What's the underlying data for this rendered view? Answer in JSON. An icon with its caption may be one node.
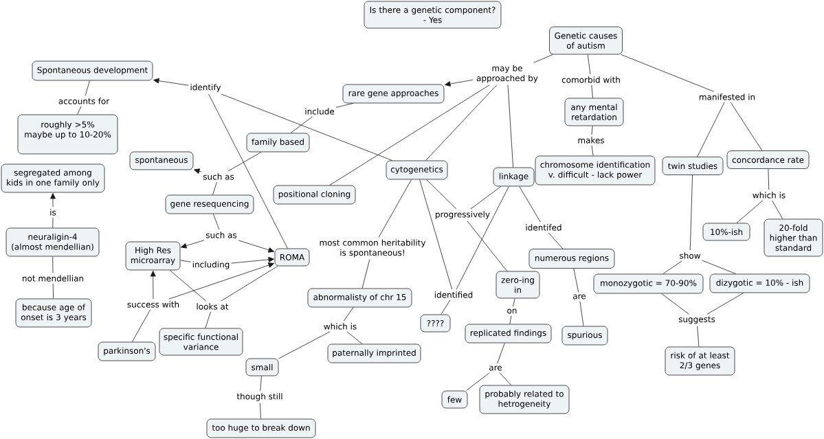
{
  "diagram": {
    "nodes": [
      {
        "text": [
          "Is there a genetic component? - Yes"
        ]
      },
      {
        "text": [
          "Genetic causes of autism"
        ]
      },
      {
        "text": [
          "Spontaneous development"
        ]
      },
      {
        "text": [
          "may be approached by"
        ]
      },
      {
        "text": [
          "comorbid with"
        ]
      },
      {
        "text": [
          "identify"
        ]
      },
      {
        "text": [
          "rare gene approaches"
        ]
      },
      {
        "text": [
          "manifested in"
        ]
      },
      {
        "text": [
          "accounts for"
        ]
      },
      {
        "text": [
          "include"
        ]
      },
      {
        "text": [
          "any mental retardation"
        ]
      },
      {
        "text": [
          "roughly >5% maybe up to 10-20%"
        ]
      },
      {
        "text": [
          "makes"
        ]
      },
      {
        "text": [
          "family based"
        ]
      },
      {
        "text": [
          "concordance rate"
        ]
      },
      {
        "text": [
          "spontaneous"
        ]
      },
      {
        "text": [
          "twin studies"
        ]
      },
      {
        "text": [
          "cytogenetics"
        ]
      },
      {
        "text": [
          "chromosome identification v. difficult - lack power"
        ]
      },
      {
        "text": [
          "such as"
        ]
      },
      {
        "text": [
          "linkage"
        ]
      },
      {
        "text": [
          "segregated among kids in one family only"
        ]
      },
      {
        "text": [
          "positional cloning"
        ]
      },
      {
        "text": [
          "which is"
        ]
      },
      {
        "text": [
          "gene resequencing"
        ]
      },
      {
        "text": [
          "is"
        ]
      },
      {
        "text": [
          "progressively"
        ]
      },
      {
        "text": [
          "identifed"
        ]
      },
      {
        "text": [
          "10%-ish"
        ]
      },
      {
        "text": [
          "such as"
        ]
      },
      {
        "text": [
          "20-fold higher than standard"
        ]
      },
      {
        "text": [
          "neuraligin-4 (almost mendellian)"
        ]
      },
      {
        "text": [
          "most common heritability is spontaneous!"
        ]
      },
      {
        "text": [
          "High Res microarray"
        ]
      },
      {
        "text": [
          "show"
        ]
      },
      {
        "text": [
          "ROMA"
        ]
      },
      {
        "text": [
          "numerous regions"
        ]
      },
      {
        "text": [
          "including"
        ]
      },
      {
        "text": [
          "not mendellian"
        ]
      },
      {
        "text": [
          "monozygotic = 70-90%"
        ]
      },
      {
        "text": [
          "dizygotic = 10% - ish"
        ]
      },
      {
        "text": [
          "zero-ing in"
        ]
      },
      {
        "text": [
          "identified"
        ]
      },
      {
        "text": [
          "abnormalisty of chr 15"
        ]
      },
      {
        "text": [
          "are"
        ]
      },
      {
        "text": [
          "success with"
        ]
      },
      {
        "text": [
          "looks at"
        ]
      },
      {
        "text": [
          "on"
        ]
      },
      {
        "text": [
          "because age of onset is 3 years"
        ]
      },
      {
        "text": [
          "suggests"
        ]
      },
      {
        "text": [
          "????"
        ]
      },
      {
        "text": [
          "which is"
        ]
      },
      {
        "text": [
          "replicated findings"
        ]
      },
      {
        "text": [
          "spurious"
        ]
      },
      {
        "text": [
          "specific functional variance"
        ]
      },
      {
        "text": [
          "parkinson's"
        ]
      },
      {
        "text": [
          "paternally imprinted"
        ]
      },
      {
        "text": [
          "risk of at least 2/3 genes"
        ]
      },
      {
        "text": [
          "small"
        ]
      },
      {
        "text": [
          "are"
        ]
      },
      {
        "text": [
          "though still"
        ]
      },
      {
        "text": [
          "few"
        ]
      },
      {
        "text": [
          "probably related to hetrogeneity"
        ]
      },
      {
        "text": [
          "too huge to break down"
        ]
      }
    ],
    "edges": [
      {
        "from": 1,
        "to": 3,
        "arrow": "none"
      },
      {
        "from": 3,
        "to": 6,
        "arrow": "to"
      },
      {
        "from": 3,
        "to": 22,
        "arrow": "none"
      },
      {
        "from": 3,
        "to": 17,
        "arrow": "none"
      },
      {
        "from": 3,
        "to": 20,
        "arrow": "none"
      },
      {
        "from": 1,
        "to": 4,
        "arrow": "none"
      },
      {
        "from": 4,
        "to": 10,
        "arrow": "none"
      },
      {
        "from": 1,
        "to": 7,
        "arrow": "none"
      },
      {
        "from": 7,
        "to": 16,
        "arrow": "none"
      },
      {
        "from": 7,
        "to": 14,
        "arrow": "none"
      },
      {
        "from": 17,
        "to": 5,
        "arrow": "none"
      },
      {
        "from": 35,
        "to": 5,
        "arrow": "none"
      },
      {
        "from": 5,
        "to": 2,
        "arrow": "to"
      },
      {
        "from": 2,
        "to": 8,
        "arrow": "none"
      },
      {
        "from": 8,
        "to": 11,
        "arrow": "none"
      },
      {
        "from": 6,
        "to": 9,
        "arrow": "none"
      },
      {
        "from": 9,
        "to": 13,
        "arrow": "none"
      },
      {
        "from": 10,
        "to": 12,
        "arrow": "none"
      },
      {
        "from": 12,
        "to": 18,
        "arrow": "none"
      },
      {
        "from": 13,
        "to": 19,
        "arrow": "none"
      },
      {
        "from": 19,
        "to": 15,
        "arrow": "to"
      },
      {
        "from": 19,
        "to": 24,
        "arrow": "none"
      },
      {
        "from": 14,
        "to": 23,
        "arrow": "none"
      },
      {
        "from": 23,
        "to": 28,
        "arrow": "none"
      },
      {
        "from": 23,
        "to": 30,
        "arrow": "none"
      },
      {
        "from": 16,
        "to": 34,
        "arrow": "none"
      },
      {
        "from": 34,
        "to": 39,
        "arrow": "none"
      },
      {
        "from": 34,
        "to": 40,
        "arrow": "none"
      },
      {
        "from": 31,
        "to": 25,
        "arrow": "none"
      },
      {
        "from": 25,
        "to": 21,
        "arrow": "to"
      },
      {
        "from": 31,
        "to": 38,
        "arrow": "none"
      },
      {
        "from": 38,
        "to": 48,
        "arrow": "none"
      },
      {
        "from": 24,
        "to": 29,
        "arrow": "none"
      },
      {
        "from": 29,
        "to": 33,
        "arrow": "to"
      },
      {
        "from": 29,
        "to": 35,
        "arrow": "to"
      },
      {
        "from": 33,
        "to": 37,
        "arrow": "none"
      },
      {
        "from": 37,
        "to": 35,
        "arrow": "to"
      },
      {
        "from": 55,
        "to": 45,
        "arrow": "none"
      },
      {
        "from": 45,
        "to": 33,
        "arrow": "to"
      },
      {
        "from": 45,
        "to": 35,
        "arrow": "to"
      },
      {
        "from": 33,
        "to": 46,
        "arrow": "none"
      },
      {
        "from": 35,
        "to": 46,
        "arrow": "none"
      },
      {
        "from": 46,
        "to": 54,
        "arrow": "none"
      },
      {
        "from": 17,
        "to": 32,
        "arrow": "none"
      },
      {
        "from": 32,
        "to": 43,
        "arrow": "none"
      },
      {
        "from": 17,
        "to": 26,
        "arrow": "none"
      },
      {
        "from": 20,
        "to": 26,
        "arrow": "none"
      },
      {
        "from": 26,
        "to": 41,
        "arrow": "none"
      },
      {
        "from": 17,
        "to": 42,
        "arrow": "none"
      },
      {
        "from": 20,
        "to": 42,
        "arrow": "none"
      },
      {
        "from": 42,
        "to": 50,
        "arrow": "none"
      },
      {
        "from": 20,
        "to": 27,
        "arrow": "none"
      },
      {
        "from": 27,
        "to": 36,
        "arrow": "none"
      },
      {
        "from": 36,
        "to": 44,
        "arrow": "none"
      },
      {
        "from": 44,
        "to": 53,
        "arrow": "none"
      },
      {
        "from": 41,
        "to": 47,
        "arrow": "none"
      },
      {
        "from": 47,
        "to": 52,
        "arrow": "none"
      },
      {
        "from": 39,
        "to": 49,
        "arrow": "none"
      },
      {
        "from": 40,
        "to": 49,
        "arrow": "none"
      },
      {
        "from": 49,
        "to": 57,
        "arrow": "none"
      },
      {
        "from": 43,
        "to": 51,
        "arrow": "none"
      },
      {
        "from": 51,
        "to": 58,
        "arrow": "none"
      },
      {
        "from": 51,
        "to": 56,
        "arrow": "none"
      },
      {
        "from": 58,
        "to": 60,
        "arrow": "none"
      },
      {
        "from": 60,
        "to": 63,
        "arrow": "none"
      },
      {
        "from": 52,
        "to": 59,
        "arrow": "none"
      },
      {
        "from": 59,
        "to": 61,
        "arrow": "none"
      },
      {
        "from": 59,
        "to": 62,
        "arrow": "none"
      }
    ]
  }
}
